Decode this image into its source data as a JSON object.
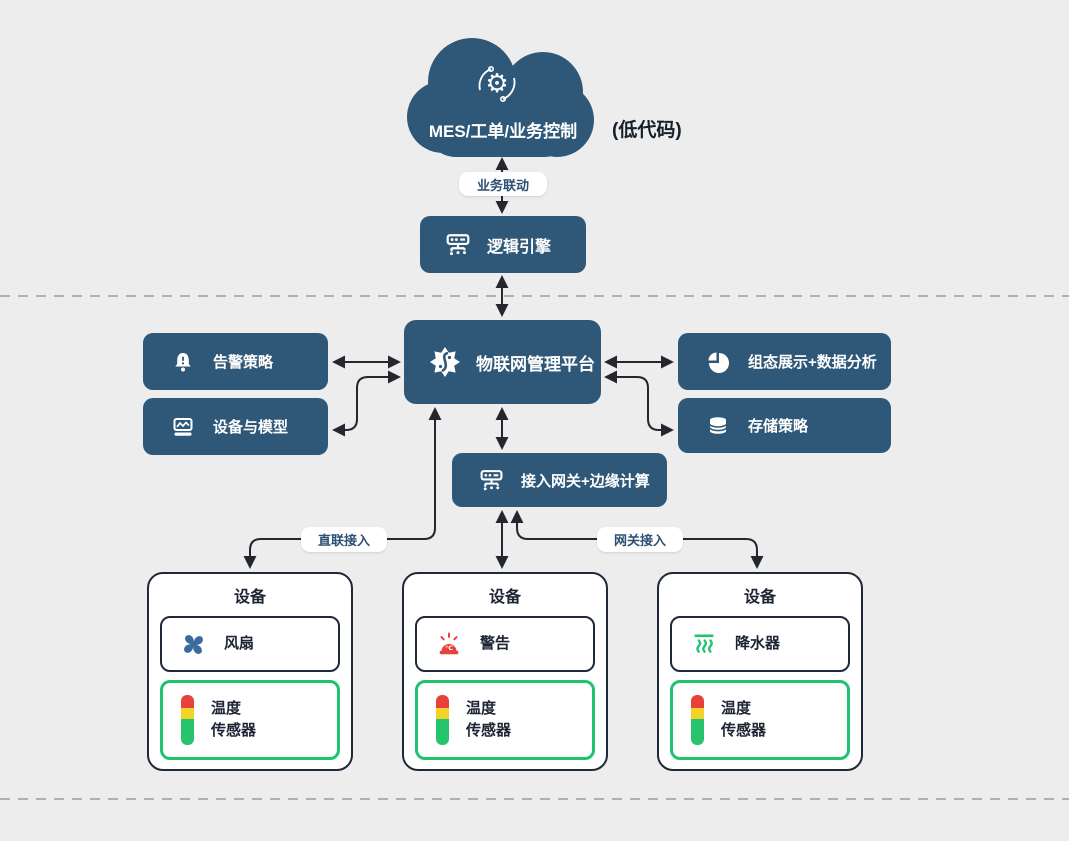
{
  "colors": {
    "background": "#ededed",
    "box_blue": "#2f5878",
    "line_dark": "#26262e",
    "card_border": "#20293a",
    "green": "#1ec36f",
    "text_dark": "#1d2433",
    "red": "#e8403a",
    "yellow": "#f2d32a",
    "fan_blue": "#3a6b9c",
    "dashed_gray": "#b0b0b0"
  },
  "cloud": {
    "label": "MES/工单/业务控制",
    "icon": "gear-sync-icon",
    "side_note": "(低代码)"
  },
  "connector_labels": {
    "business_link": "业务联动",
    "direct_access": "直联接入",
    "gateway_access": "网关接入"
  },
  "nodes": {
    "logic_engine": {
      "label": "逻辑引擎",
      "icon": "gateway-server-icon"
    },
    "platform": {
      "label": "物联网管理平台",
      "icon": "chip-burst-icon"
    },
    "alarm_policy": {
      "label": "告警策略",
      "icon": "alarm-bell-icon"
    },
    "device_model": {
      "label": "设备与模型",
      "icon": "device-model-icon"
    },
    "viz_analysis": {
      "label": "组态展示+数据分析",
      "icon": "pie-chart-icon"
    },
    "storage_policy": {
      "label": "存储策略",
      "icon": "database-icon"
    },
    "edge_gateway": {
      "label": "接入网关+边缘计算",
      "icon": "gateway-server-icon"
    }
  },
  "devices": [
    {
      "title": "设备",
      "device": {
        "label": "风扇",
        "icon": "fan-icon"
      },
      "sensor": {
        "label_line1": "温度",
        "label_line2": "传感器",
        "icon": "temp-sensor-bar-icon"
      }
    },
    {
      "title": "设备",
      "device": {
        "label": "警告",
        "icon": "alarm-light-icon"
      },
      "sensor": {
        "label_line1": "温度",
        "label_line2": "传感器",
        "icon": "temp-sensor-bar-icon"
      }
    },
    {
      "title": "设备",
      "device": {
        "label": "降水器",
        "icon": "precipitation-icon"
      },
      "sensor": {
        "label_line1": "温度",
        "label_line2": "传感器",
        "icon": "temp-sensor-bar-icon"
      }
    }
  ]
}
